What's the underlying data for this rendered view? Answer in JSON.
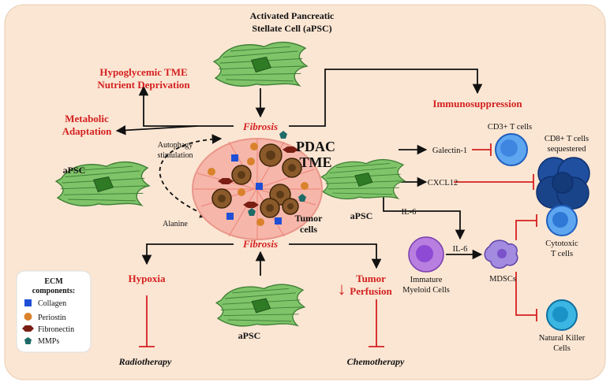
{
  "top_cell_label": [
    "Activated Pancreatic",
    "Stellate Cell (aPSC)"
  ],
  "hypoglycemic_label": [
    "Hypoglycemic TME",
    "Nutrient Deprivation"
  ],
  "metabolic_label": [
    "Metabolic",
    "Adaptation"
  ],
  "immunosuppression_label": "Immunosuppression",
  "fibrosis_label": "Fibrosis",
  "pdac_label": [
    "PDAC",
    "TME"
  ],
  "tumor_cells_label": [
    "Tumor",
    "cells"
  ],
  "autophagy_label": [
    "Autophagy",
    "stimulation"
  ],
  "alanine_label": "Alanine",
  "apsc_label": "aPSC",
  "galectin_label": "Galectin-1",
  "cxcl12_label": "CXCL12",
  "il6_label": "IL-6",
  "cd3_label": "CD3+ T cells",
  "cd8_label": [
    "CD8+ T cells",
    "sequestered"
  ],
  "mdsc_label": "MDSCs",
  "immature_label": [
    "Immature",
    "Myeloid Cells"
  ],
  "cytotoxic_label": [
    "Cytotoxic",
    "T cells"
  ],
  "nk_label": [
    "Natural Killer",
    "Cells"
  ],
  "hypoxia_label": "Hypoxia",
  "perfusion_arrow": "↓",
  "perfusion_label": [
    "Tumor",
    "Perfusion"
  ],
  "radiotherapy_label": "Radiotherapy",
  "chemotherapy_label": "Chemotherapy",
  "legend": {
    "title": [
      "ECM",
      "components:"
    ],
    "items": [
      "Collagen",
      "Periostin",
      "Fibronectin",
      "MMPs"
    ]
  },
  "colors": {
    "background": "#fbe6d3",
    "accent_red": "#d42020",
    "fibroblast_green": "#7fc469",
    "collagen": "#1f4fd6",
    "periostin": "#d9822b",
    "fibronectin": "#7a1e14",
    "mmp": "#1e6b68",
    "tumor_cell": "#8b5a2b"
  },
  "icons": [
    "stellate-cell-icon",
    "tumor-cell-icon",
    "t-cell-icon",
    "mdsc-icon",
    "myeloid-cell-icon",
    "nk-cell-icon"
  ]
}
